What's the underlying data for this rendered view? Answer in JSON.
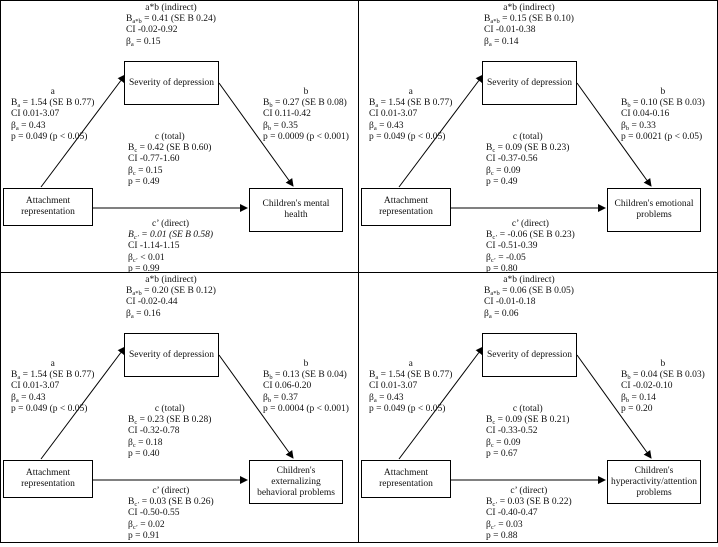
{
  "panels": [
    {
      "mediator": "Severity of depression",
      "predictor": "Attachment\nrepresentation",
      "outcome": "Children's mental\nhealth",
      "indirect": {
        "title": "a*b (indirect)",
        "b_sub": "a*b",
        "b_val": " = 0.41 (SE B 0.24)",
        "ci": "CI -0.02-0.92",
        "beta_sub": "a",
        "beta_val": " = 0.15"
      },
      "a": {
        "title": "a",
        "b_sub": "a",
        "b_val": " = 1.54 (SE B 0.77)",
        "ci": "CI 0.01-3.07",
        "beta_sub": "a",
        "beta_val": " = 0.43",
        "p": "p = 0.049 (p < 0.05)"
      },
      "b": {
        "title": "b",
        "b_sub": "b",
        "b_val": " = 0.27 (SE B 0.08)",
        "ci": "CI 0.11-0.42",
        "beta_sub": "b",
        "beta_val": " = 0.35",
        "p": "p = 0.0009 (p < 0.001)"
      },
      "c": {
        "title": "c (total)",
        "b_sub": "c",
        "b_val": " = 0.42 (SE B 0.60)",
        "ci": "CI -0.77-1.60",
        "beta_sub": "c",
        "beta_val": " = 0.15",
        "p": "p = 0.49"
      },
      "cp": {
        "title": "c’ (direct)",
        "b_sub": "c’",
        "b_val": " = 0.01 (SE B 0.58)",
        "ci": "CI -1.14-1.15",
        "beta_sub": "c’",
        "beta_val": " < 0.01",
        "p": "p = 0.99"
      }
    },
    {
      "mediator": "Severity of depression",
      "predictor": "Attachment\nrepresentation",
      "outcome": "Children's emotional\nproblems",
      "indirect": {
        "title": "a*b (indirect)",
        "b_sub": "a*b",
        "b_val": " = 0.15 (SE B 0.10)",
        "ci": "CI -0.01-0.38",
        "beta_sub": "a",
        "beta_val": " = 0.14"
      },
      "a": {
        "title": "a",
        "b_sub": "a",
        "b_val": " = 1.54 (SE B 0.77)",
        "ci": "CI 0.01-3.07",
        "beta_sub": "a",
        "beta_val": " = 0.43",
        "p": "p = 0.049 (p < 0.05)"
      },
      "b": {
        "title": "b",
        "b_sub": "b",
        "b_val": " = 0.10 (SE B 0.03)",
        "ci": "CI 0.04-0.16",
        "beta_sub": "b",
        "beta_val": " = 0.33",
        "p": "p = 0.0021 (p < 0.05)"
      },
      "c": {
        "title": "c (total)",
        "b_sub": "c",
        "b_val": " = 0.09 (SE B 0.23)",
        "ci": "CI -0.37-0.56",
        "beta_sub": "c",
        "beta_val": " = 0.09",
        "p": "p = 0.49"
      },
      "cp": {
        "title": "c’ (direct)",
        "b_sub": "c’",
        "b_val": " = -0.06 (SE B 0.23)",
        "ci": "CI -0.51-0.39",
        "beta_sub": "c’",
        "beta_val": " = -0.05",
        "p": "p = 0.80"
      }
    },
    {
      "mediator": "Severity of depression",
      "predictor": "Attachment\nrepresentation",
      "outcome": "Children's\nexternalizing\nbehavioral problems",
      "indirect": {
        "title": "a*b (indirect)",
        "b_sub": "a*b",
        "b_val": " = 0.20 (SE B 0.12)",
        "ci": "CI -0.02-0.44",
        "beta_sub": "a",
        "beta_val": " = 0.16"
      },
      "a": {
        "title": "a",
        "b_sub": "a",
        "b_val": " = 1.54 (SE B 0.77)",
        "ci": "CI 0.01-3.07",
        "beta_sub": "a",
        "beta_val": " = 0.43",
        "p": "p = 0.049 (p < 0.05)"
      },
      "b": {
        "title": "b",
        "b_sub": "b",
        "b_val": " = 0.13 (SE B 0.04)",
        "ci": "CI 0.06-0.20",
        "beta_sub": "b",
        "beta_val": " = 0.37",
        "p": "p = 0.0004 (p < 0.001)"
      },
      "c": {
        "title": "c (total)",
        "b_sub": "c",
        "b_val": " = 0.23 (SE B 0.28)",
        "ci": "CI -0.32-0.78",
        "beta_sub": "c",
        "beta_val": " = 0.18",
        "p": "p = 0.40"
      },
      "cp": {
        "title": "c’ (direct)",
        "b_sub": "c’",
        "b_val": " = 0.03 (SE B 0.26)",
        "ci": "CI -0.50-0.55",
        "beta_sub": "c’",
        "beta_val": " = 0.02",
        "p": "p = 0.91"
      }
    },
    {
      "mediator": "Severity of depression",
      "predictor": "Attachment\nrepresentation",
      "outcome": "Children's\nhyperactivity/attention\nproblems",
      "indirect": {
        "title": "a*b (indirect)",
        "b_sub": "a*b",
        "b_val": " = 0.06 (SE B 0.05)",
        "ci": "CI -0.01-0.18",
        "beta_sub": "a",
        "beta_val": " = 0.06"
      },
      "a": {
        "title": "a",
        "b_sub": "a",
        "b_val": " = 1.54 (SE B 0.77)",
        "ci": "CI 0.01-3.07",
        "beta_sub": "a",
        "beta_val": " = 0.43",
        "p": "p = 0.049 (p < 0.05)"
      },
      "b": {
        "title": "b",
        "b_sub": "b",
        "b_val": " = 0.04 (SE B 0.03)",
        "ci": "CI -0.02-0.10",
        "beta_sub": "b",
        "beta_val": " = 0.14",
        "p": "p = 0.20"
      },
      "c": {
        "title": "c (total)",
        "b_sub": "c",
        "b_val": " = 0.09 (SE B 0.21)",
        "ci": "CI -0.33-0.52",
        "beta_sub": "c",
        "beta_val": " = 0.09",
        "p": "p = 0.67"
      },
      "cp": {
        "title": "c’ (direct)",
        "b_sub": "c’",
        "b_val": " = 0.03 (SE B 0.22)",
        "ci": "CI -0.40-0.47",
        "beta_sub": "c’",
        "beta_val": " = 0.03",
        "p": "p = 0.88"
      }
    }
  ]
}
